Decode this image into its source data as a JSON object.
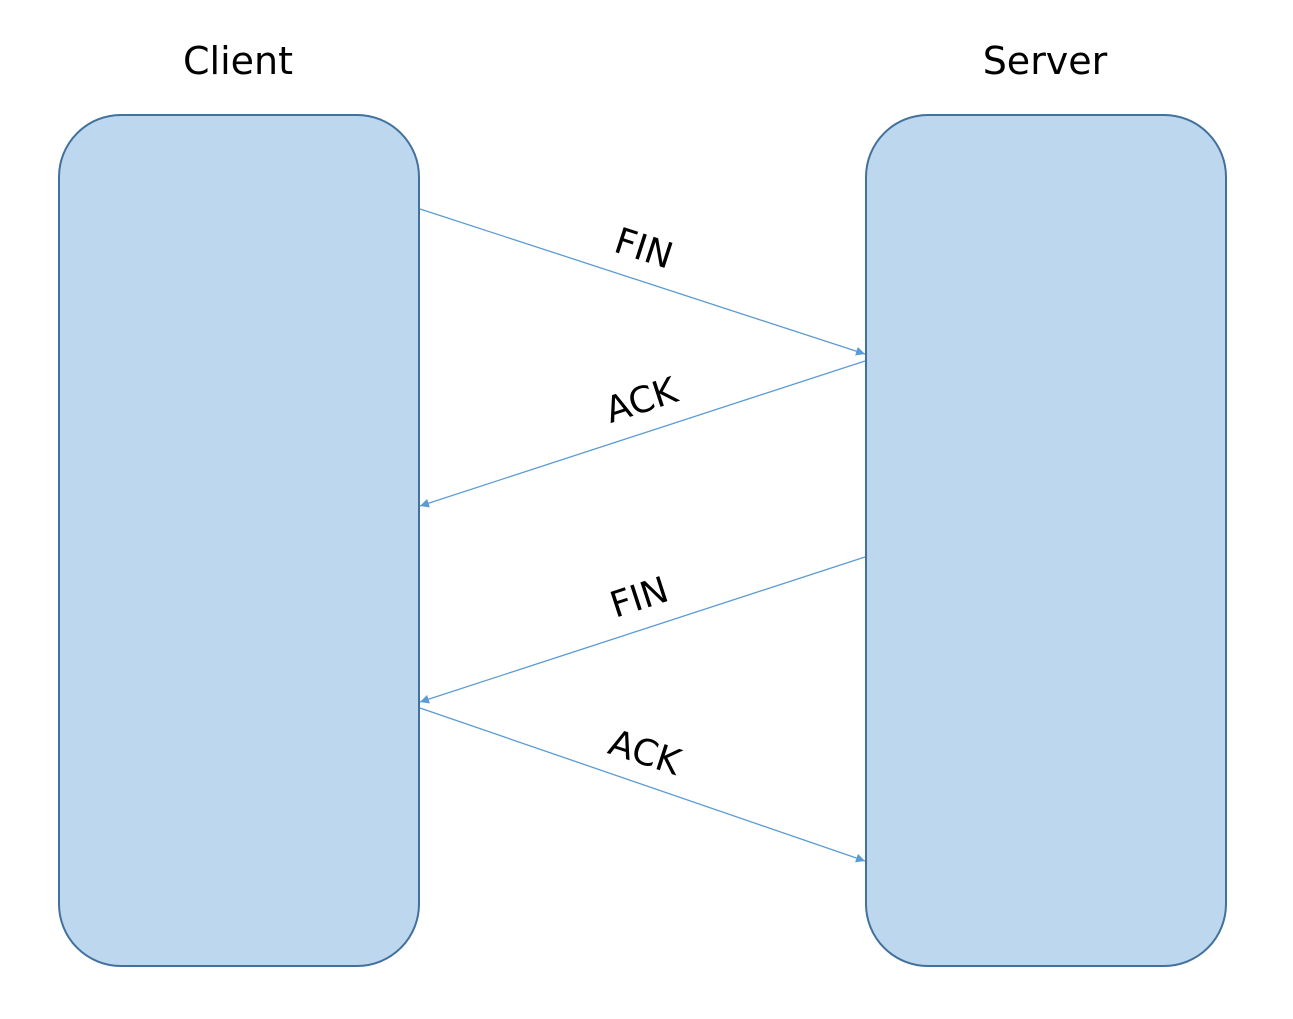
{
  "diagram": {
    "actors": {
      "client": {
        "title": "Client"
      },
      "server": {
        "title": "Server"
      }
    },
    "messages": [
      {
        "label": "FIN",
        "from": "Client",
        "to": "Server"
      },
      {
        "label": "ACK",
        "from": "Server",
        "to": "Client"
      },
      {
        "label": "FIN",
        "from": "Server",
        "to": "Client"
      },
      {
        "label": "ACK",
        "from": "Client",
        "to": "Server"
      }
    ],
    "colors": {
      "box_fill": "#bdd7ee",
      "box_stroke": "#41719c",
      "arrow": "#5b9bd5",
      "text": "#000000"
    }
  }
}
